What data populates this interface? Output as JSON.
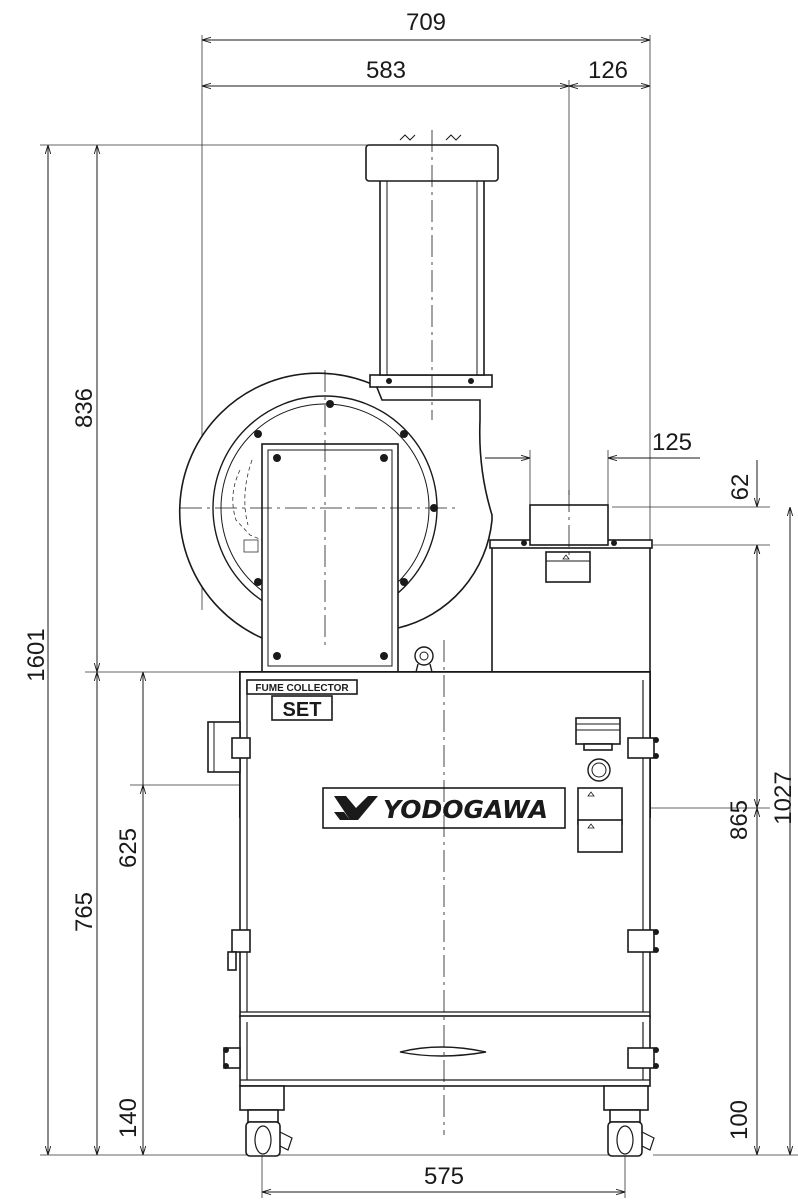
{
  "dimensions": {
    "overall_width": "709",
    "body_width_left": "583",
    "outlet_offset": "126",
    "outlet_diameter": "125",
    "outlet_height": "62",
    "total_height": "1601",
    "fan_height": "836",
    "base_height": "765",
    "cabinet_height": "625",
    "caster_height_left": "140",
    "right_body_height": "865",
    "right_total_height": "1027",
    "caster_height_right": "100",
    "caster_span": "575"
  },
  "nameplate": {
    "line1": "FUME COLLECTOR",
    "line2": "SET"
  },
  "brand": {
    "name": "YODOGAWA"
  }
}
